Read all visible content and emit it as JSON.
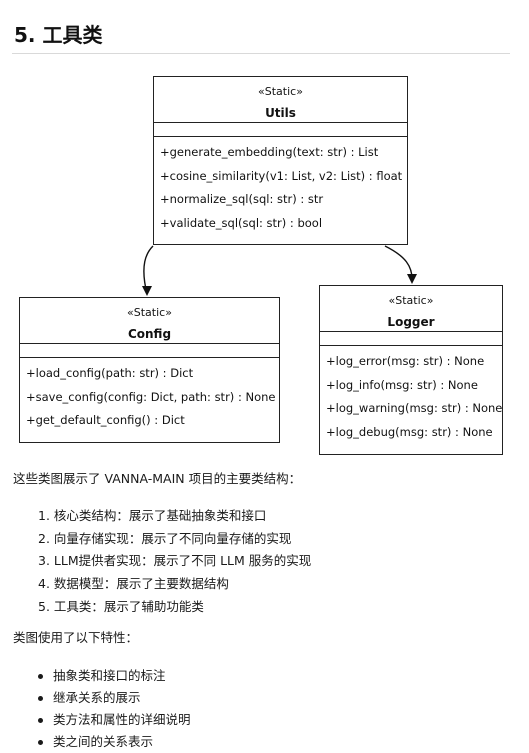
{
  "section": {
    "title": "5. 工具类"
  },
  "diagram": {
    "classes": [
      {
        "stereotype": "«Static»",
        "name": "Utils",
        "operations": [
          "+generate_embedding(text: str) : List",
          "+cosine_similarity(v1: List, v2: List) : float",
          "+normalize_sql(sql: str) : str",
          "+validate_sql(sql: str) : bool"
        ]
      },
      {
        "stereotype": "«Static»",
        "name": "Config",
        "operations": [
          "+load_config(path: str) : Dict",
          "+save_config(config: Dict, path: str) : None",
          "+get_default_config() : Dict"
        ]
      },
      {
        "stereotype": "«Static»",
        "name": "Logger",
        "operations": [
          "+log_error(msg: str) : None",
          "+log_info(msg: str) : None",
          "+log_warning(msg: str) : None",
          "+log_debug(msg: str) : None"
        ]
      }
    ]
  },
  "summary": {
    "intro": "这些类图展示了 VANNA-MAIN 项目的主要类结构：",
    "items": [
      "1. 核心类结构：展示了基础抽象类和接口",
      "2. 向量存储实现：展示了不同向量存储的实现",
      "3. LLM提供者实现：展示了不同 LLM 服务的实现",
      "4. 数据模型：展示了主要数据结构",
      "5. 工具类：展示了辅助功能类"
    ]
  },
  "features": {
    "intro": "类图使用了以下特性：",
    "items": [
      "抽象类和接口的标注",
      "继承关系的展示",
      "类方法和属性的详细说明",
      "类之间的关系表示"
    ]
  }
}
